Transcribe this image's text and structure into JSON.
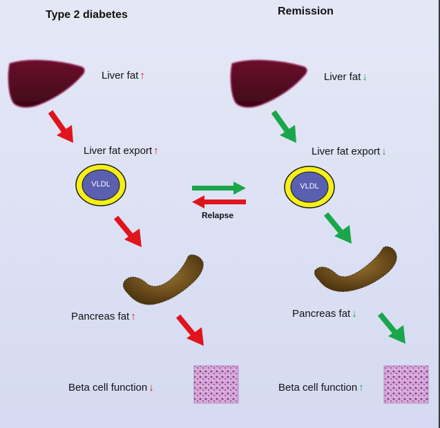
{
  "left": {
    "title": "Type 2 diabetes",
    "liver_fat": "Liver fat",
    "liver_fat_arrow": "↑",
    "liver_fat_export": "Liver fat export",
    "liver_fat_export_arrow": "↑",
    "vldl": "VLDL",
    "pancreas_fat": "Pancreas fat",
    "pancreas_fat_arrow": "↑",
    "beta_cell": "Beta cell function",
    "beta_cell_arrow": "↓"
  },
  "right": {
    "title": "Remission",
    "liver_fat": "Liver fat",
    "liver_fat_arrow": "↓",
    "liver_fat_export": "Liver fat export",
    "liver_fat_export_arrow": "↓",
    "vldl": "VLDL",
    "pancreas_fat": "Pancreas fat",
    "pancreas_fat_arrow": "↓",
    "beta_cell": "Beta cell function",
    "beta_cell_arrow": "↑"
  },
  "middle": {
    "relapse": "Relapse"
  },
  "colors": {
    "red": "#e0141c",
    "green": "#1aa64a",
    "liver": "#5a0a24",
    "vldl_fill": "#5a5fb0",
    "vldl_ring": "#f5ef1a",
    "pancreas": "#7a5a1e"
  }
}
